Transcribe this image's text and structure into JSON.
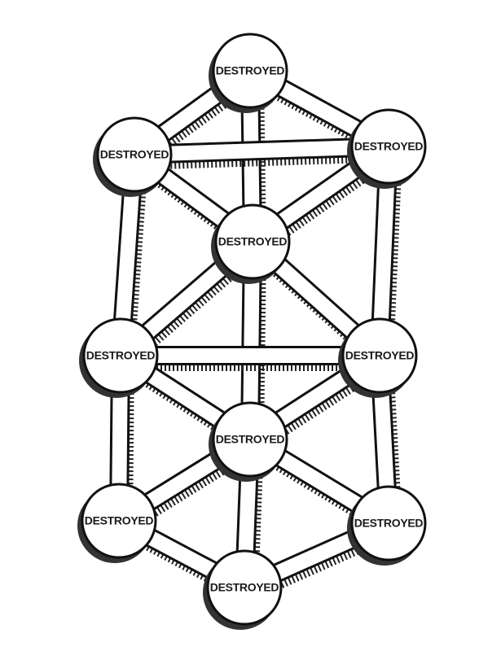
{
  "nodes": [
    {
      "id": "n1",
      "label": "DESTROYED"
    },
    {
      "id": "n2",
      "label": "DESTROYED"
    },
    {
      "id": "n3",
      "label": "DESTROYED"
    },
    {
      "id": "n4",
      "label": "DESTROYED"
    },
    {
      "id": "n5",
      "label": "DESTROYED"
    },
    {
      "id": "n6",
      "label": "DESTROYED"
    },
    {
      "id": "n7",
      "label": "DESTROYED"
    },
    {
      "id": "n8",
      "label": "DESTROYED"
    },
    {
      "id": "n9",
      "label": "DESTROYED"
    },
    {
      "id": "n10",
      "label": "DESTROYED"
    }
  ],
  "edges": [
    [
      "n1",
      "n2"
    ],
    [
      "n1",
      "n3"
    ],
    [
      "n1",
      "n4"
    ],
    [
      "n2",
      "n3"
    ],
    [
      "n2",
      "n4"
    ],
    [
      "n3",
      "n4"
    ],
    [
      "n2",
      "n5"
    ],
    [
      "n3",
      "n6"
    ],
    [
      "n4",
      "n5"
    ],
    [
      "n4",
      "n6"
    ],
    [
      "n4",
      "n7"
    ],
    [
      "n5",
      "n6"
    ],
    [
      "n5",
      "n7"
    ],
    [
      "n6",
      "n7"
    ],
    [
      "n5",
      "n8"
    ],
    [
      "n6",
      "n9"
    ],
    [
      "n7",
      "n8"
    ],
    [
      "n7",
      "n9"
    ],
    [
      "n7",
      "n10"
    ],
    [
      "n8",
      "n10"
    ],
    [
      "n9",
      "n10"
    ]
  ]
}
